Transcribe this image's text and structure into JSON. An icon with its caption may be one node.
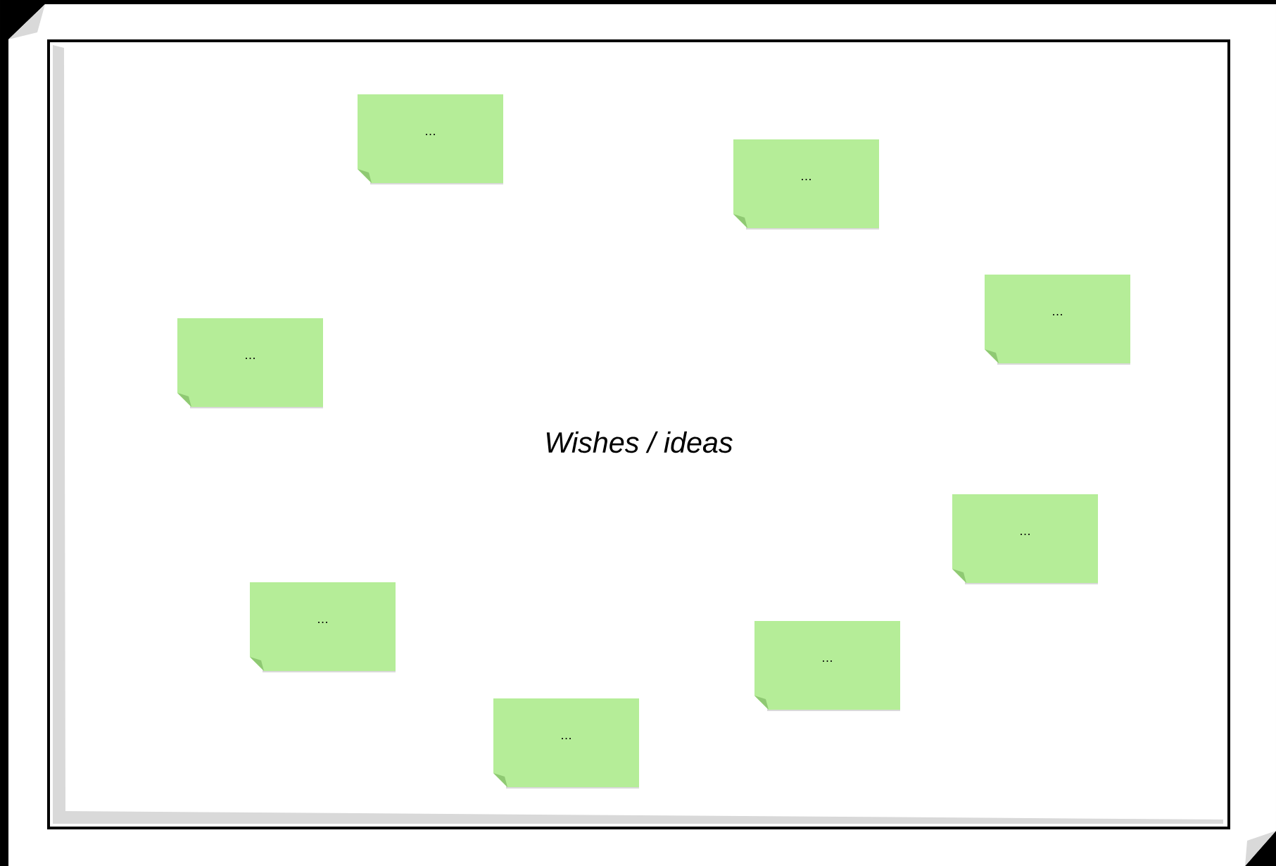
{
  "diagram": {
    "nodes": [
      {
        "text": [
          "Wishes / ideas"
        ]
      },
      {
        "text": [
          "…"
        ],
        "in": 0
      },
      {
        "text": [
          "…"
        ],
        "in": 0
      },
      {
        "text": [
          "…"
        ],
        "in": 0
      },
      {
        "text": [
          "…"
        ],
        "in": 0
      },
      {
        "text": [
          "…"
        ],
        "in": 0
      },
      {
        "text": [
          "…"
        ],
        "in": 0
      },
      {
        "text": [
          "…"
        ],
        "in": 0
      },
      {
        "text": [
          "…"
        ],
        "in": 0
      }
    ]
  }
}
